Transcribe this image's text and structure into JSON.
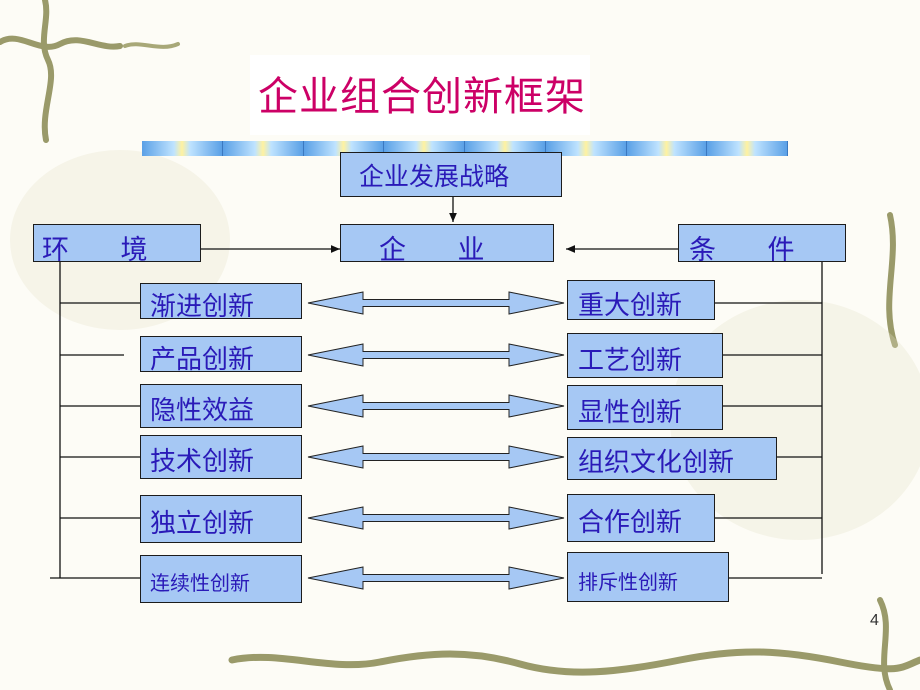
{
  "slide": {
    "title": "企业组合创新框架",
    "page_number": "4"
  },
  "diagram": {
    "strategy": "企业发展战略",
    "environment": "环      境",
    "enterprise": "企      业",
    "conditions": "条      件",
    "left_items": [
      "渐进创新",
      "产品创新",
      "隐性效益",
      "技术创新",
      "独立创新",
      "连续性创新"
    ],
    "right_items": [
      "重大创新",
      "工艺创新",
      "显性创新",
      "组织文化创新",
      "合作创新",
      "排斥性创新"
    ]
  },
  "colors": {
    "title": "#cc0066",
    "box_fill": "#a6c8f4",
    "box_text": "#2a1ab8",
    "arrow_fill": "#a6c8f4"
  }
}
